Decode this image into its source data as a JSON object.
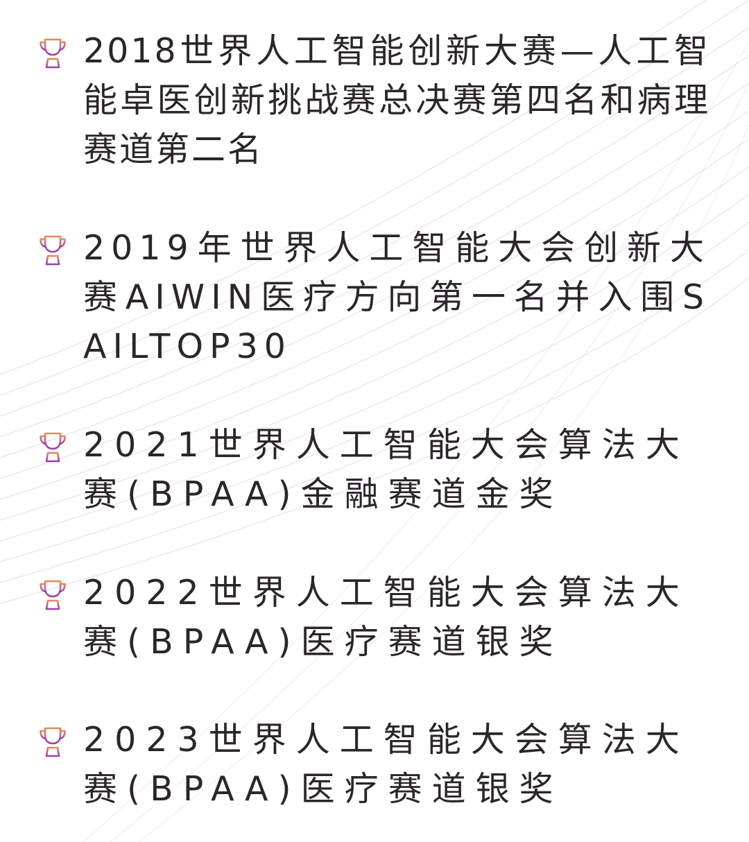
{
  "awards": [
    {
      "text": "2018世界人工智能创新大赛—人工智能卓医创新挑战赛总决赛第四名和病理赛道第二名",
      "icon": "trophy-icon"
    },
    {
      "text": "2019年世界人工智能大会创新大赛AIWIN医疗方向第一名并入围SAILTOP30",
      "icon": "trophy-icon"
    },
    {
      "text": "2021世界人工智能大会算法大赛(BPAA)金融赛道金奖",
      "icon": "trophy-icon"
    },
    {
      "text": "2022世界人工智能大会算法大赛(BPAA)医疗赛道银奖",
      "icon": "trophy-icon"
    },
    {
      "text": "2023世界人工智能大会算法大赛(BPAA)医疗赛道银奖",
      "icon": "trophy-icon"
    }
  ],
  "colors": {
    "text": "#2b2629",
    "trophy_top": "#e8885a",
    "trophy_bottom": "#9a3fb0",
    "wave": "#d9c6f2"
  }
}
